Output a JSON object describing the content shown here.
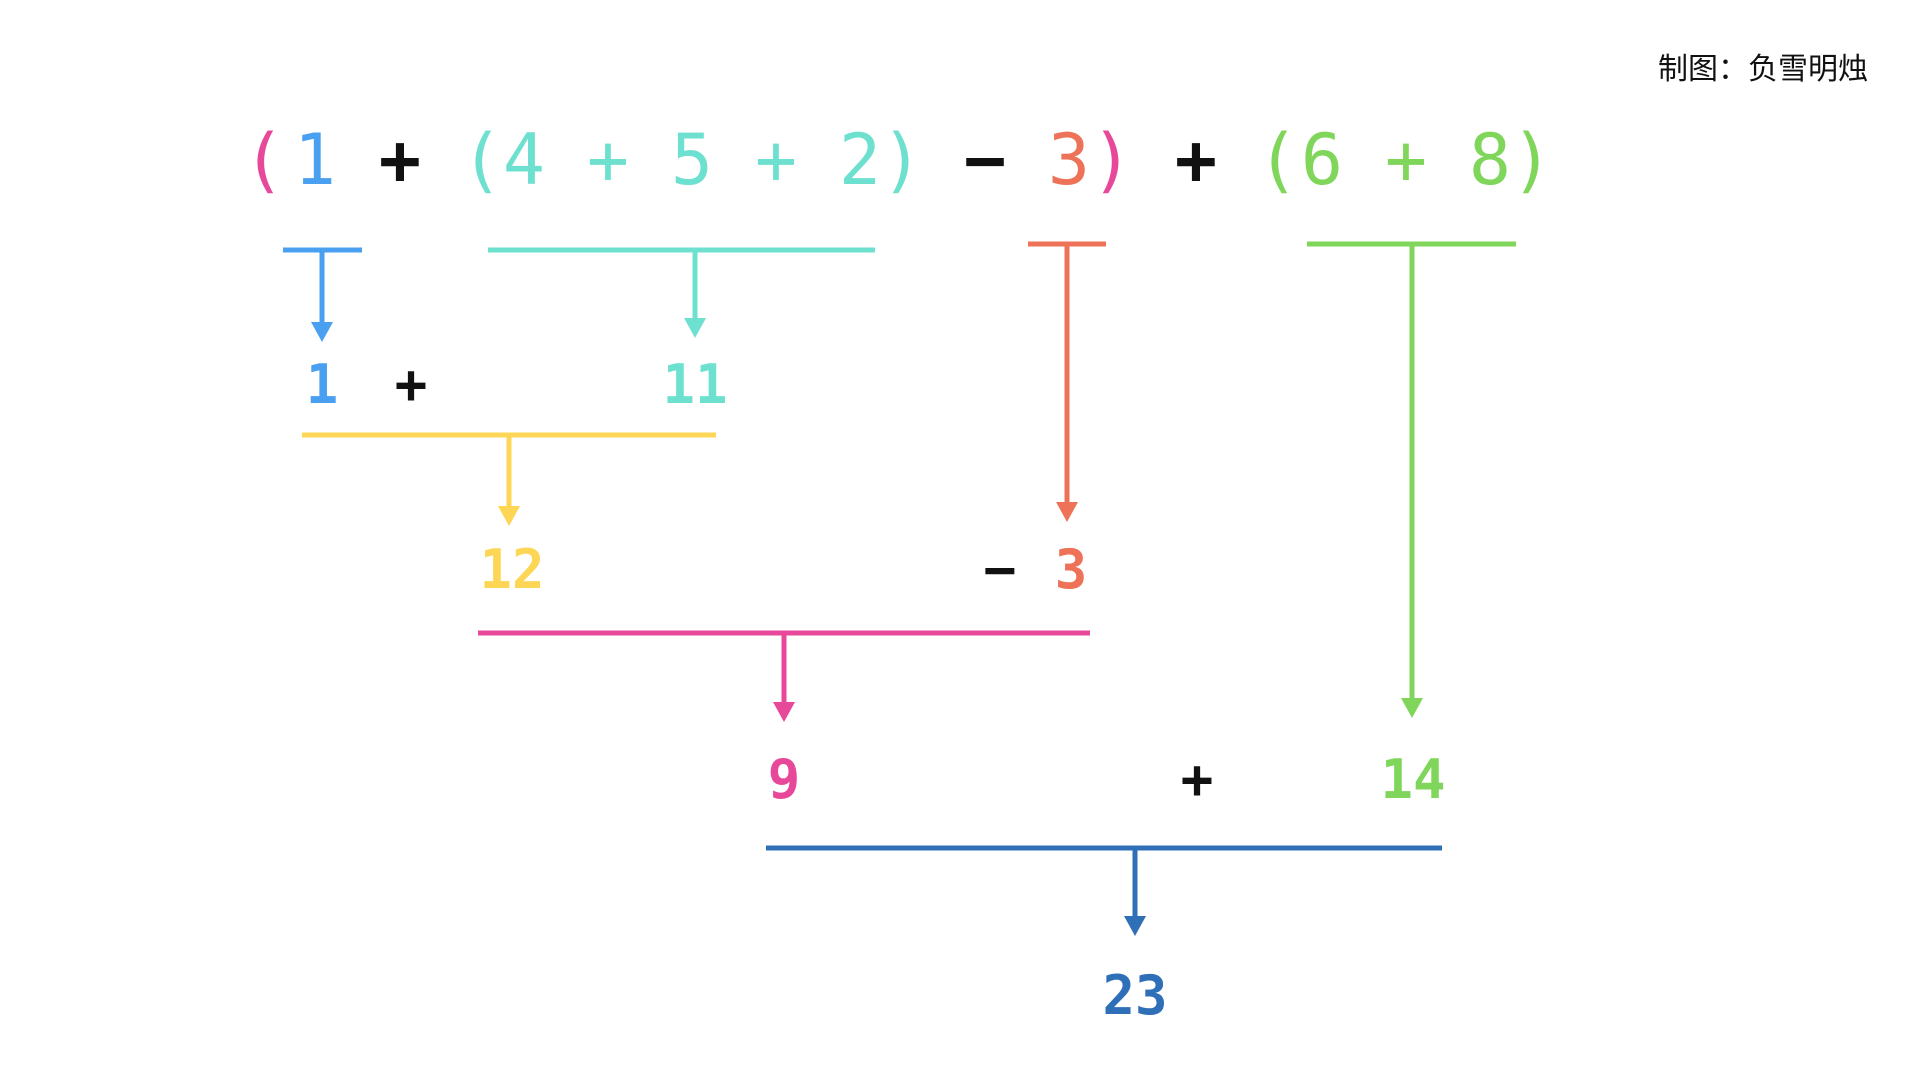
{
  "credit": "制图：负雪明烛",
  "colors": {
    "pink": "#e8489a",
    "blue": "#4aa0f0",
    "teal": "#6ee0cf",
    "orange": "#ee7257",
    "green": "#7fd65a",
    "yellow": "#fdd655",
    "darkblue": "#2f6fb8",
    "black": "#111111"
  },
  "expression": [
    {
      "text": "(",
      "color": "pink"
    },
    {
      "text": "1",
      "color": "blue"
    },
    {
      "text": "+",
      "color": "black"
    },
    {
      "text": "(",
      "color": "teal"
    },
    {
      "text": "4",
      "color": "teal"
    },
    {
      "text": "+",
      "color": "teal"
    },
    {
      "text": "5",
      "color": "teal"
    },
    {
      "text": "+",
      "color": "teal"
    },
    {
      "text": "2",
      "color": "teal"
    },
    {
      "text": ")",
      "color": "teal"
    },
    {
      "text": "−",
      "color": "black"
    },
    {
      "text": "3",
      "color": "orange"
    },
    {
      "text": ")",
      "color": "pink"
    },
    {
      "text": "+",
      "color": "black"
    },
    {
      "text": "(",
      "color": "green"
    },
    {
      "text": "6",
      "color": "green"
    },
    {
      "text": "+",
      "color": "green"
    },
    {
      "text": "8",
      "color": "green"
    },
    {
      "text": ")",
      "color": "green"
    }
  ],
  "steps": {
    "one": "1",
    "plus_a": "+",
    "eleven": "11",
    "twelve": "12",
    "minus": "−",
    "three": "3",
    "nine": "9",
    "plus_b": "+",
    "fourteen": "14",
    "result": "23"
  }
}
